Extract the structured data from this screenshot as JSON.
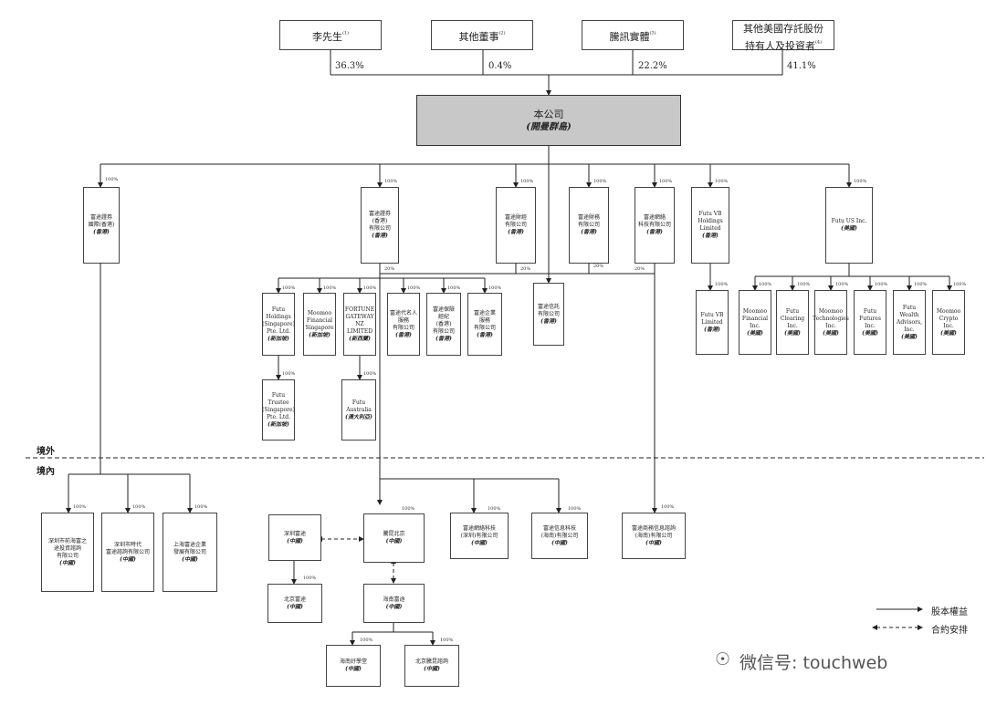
{
  "shareholders": [
    {
      "name": "李先生",
      "note": "(1)",
      "pct": "36.3%"
    },
    {
      "name": "其他董事",
      "note": "(2)",
      "pct": "0.4%"
    },
    {
      "name": "騰訊實體",
      "note": "(3)",
      "pct": "22.2%"
    },
    {
      "name": "其他美國存託股份\n持有人及投資者",
      "note": "(4)",
      "pct": "41.1%"
    }
  ],
  "company": {
    "name": "本公司",
    "loc": "(開曼群島)"
  },
  "entities": {
    "futu_intl_hk": {
      "name": "富途證券\n國際(香港)",
      "loc": "(香港)",
      "pct": "100%"
    },
    "futu_sec_hk": {
      "name": "富途證券\n(香港)\n有限公司",
      "loc": "(香港)",
      "pct": "100%"
    },
    "futu_wealth": {
      "name": "富途財經\n有限公司",
      "loc": "(香港)",
      "pct": "100%"
    },
    "futu_finance": {
      "name": "富途財務\n有限公司",
      "loc": "(香港)",
      "pct": "100%"
    },
    "futu_net_tech": {
      "name": "富途網絡\n科技有限公司",
      "loc": "(香港)",
      "pct": "100%"
    },
    "futu_vb_holdings": {
      "name": "Futu VB\nHoldings\nLimited",
      "loc": "(香港)",
      "pct": "100%"
    },
    "futu_us": {
      "name": "Futu US Inc.",
      "loc": "(美國)",
      "pct": "100%"
    },
    "futu_holdings_sg": {
      "name": "Futu\nHoldings\n(Singapore)\nPte. Ltd.",
      "loc": "(新加坡)",
      "pct": "100%"
    },
    "moomoo_sg": {
      "name": "Moomoo\nFinancial\nSingapore",
      "loc": "(新加坡)",
      "pct": "100%"
    },
    "fortune_nz": {
      "name": "FORTUNE\nGATEWAY\nNZ LIMITED",
      "loc": "(新西蘭)",
      "pct": "100%"
    },
    "futu_nominee": {
      "name": "富途代名人\n服務\n有限公司",
      "loc": "(香港)",
      "pct": "100%"
    },
    "futu_insurance": {
      "name": "富途保險\n經紀\n(香港)\n有限公司",
      "loc": "(香港)",
      "pct": "100%"
    },
    "futu_corp_services": {
      "name": "富途企業\n服務\n有限公司",
      "loc": "(香港)",
      "pct": "100%"
    },
    "futu_trust": {
      "name": "富途信託\n有限公司",
      "loc": "(香港)"
    },
    "futu_vb_limited": {
      "name": "Futu VB\nLimited",
      "loc": "(香港)",
      "pct": "100%"
    },
    "moomoo_fin_inc": {
      "name": "Moomoo\nFinancial\nInc.",
      "loc": "(美國)",
      "pct": "100%"
    },
    "futu_clearing": {
      "name": "Futu\nClearing Inc.",
      "loc": "(美國)",
      "pct": "100%"
    },
    "moomoo_tech": {
      "name": "Moomoo\nTechnologies\nInc.",
      "loc": "(美國)",
      "pct": "100%"
    },
    "futu_futures": {
      "name": "Futu\nFutures Inc.",
      "loc": "(美國)",
      "pct": "100%"
    },
    "futu_wealth_adv": {
      "name": "Futu Wealth\nAdvisors, Inc.",
      "loc": "(美國)",
      "pct": "100%"
    },
    "moomoo_crypto": {
      "name": "Moomoo\nCrypto Inc.",
      "loc": "(美國)",
      "pct": "100%"
    },
    "futu_trustee_sg": {
      "name": "Futu Trustee\n(Singapore)\nPte. Ltd.",
      "loc": "(新加坡)",
      "pct": "100%"
    },
    "futu_australia": {
      "name": "Futu\nAustralia",
      "loc": "(澳大利亞)",
      "pct": "100%"
    },
    "sz_qianhai": {
      "name": "深圳市前海富之\n途投資諮詢\n有限公司",
      "loc": "(中國)",
      "pct": "100%"
    },
    "sz_shidai": {
      "name": "深圳市時代\n富途諮詢有限公司",
      "loc": "(中國)",
      "pct": "100%"
    },
    "sh_futu": {
      "name": "上海富途企業\n發展有限公司",
      "loc": "(中國)",
      "pct": "100%"
    },
    "sz_futu": {
      "name": "深圳富途",
      "loc": "(中國)"
    },
    "tengyun_bj": {
      "name": "騰昆北京",
      "loc": "(中國)",
      "pct": "100%"
    },
    "futu_net_sz": {
      "name": "富途網絡科技\n(深圳)有限公司",
      "loc": "(中國)",
      "pct": "100%"
    },
    "futu_info_hn": {
      "name": "富途信息科技\n(海南)有限公司",
      "loc": "(中國)",
      "pct": "100%"
    },
    "futu_invest_hn": {
      "name": "富途商務信息諮詢\n(海南)有限公司",
      "loc": "(中國)",
      "pct": "100%"
    },
    "bj_futu": {
      "name": "北京富途",
      "loc": "(中國)",
      "pct": "100%"
    },
    "hn_futu": {
      "name": "海南富途",
      "loc": "(中國)"
    },
    "hn_haoxue": {
      "name": "海南好學堂",
      "loc": "(中國)",
      "pct": "100%"
    },
    "bj_tengyun_consult": {
      "name": "北京騰昆諮詢",
      "loc": "(中國)",
      "pct": "100%"
    }
  },
  "trust_stakes": {
    "a": "20%",
    "b": "20%",
    "c": "20%",
    "d": "20%"
  },
  "regions": {
    "offshore": "境外",
    "onshore": "境內"
  },
  "legend": {
    "equity": "股本權益",
    "contract": "合約安排"
  },
  "watermark": "微信号: touchweb"
}
